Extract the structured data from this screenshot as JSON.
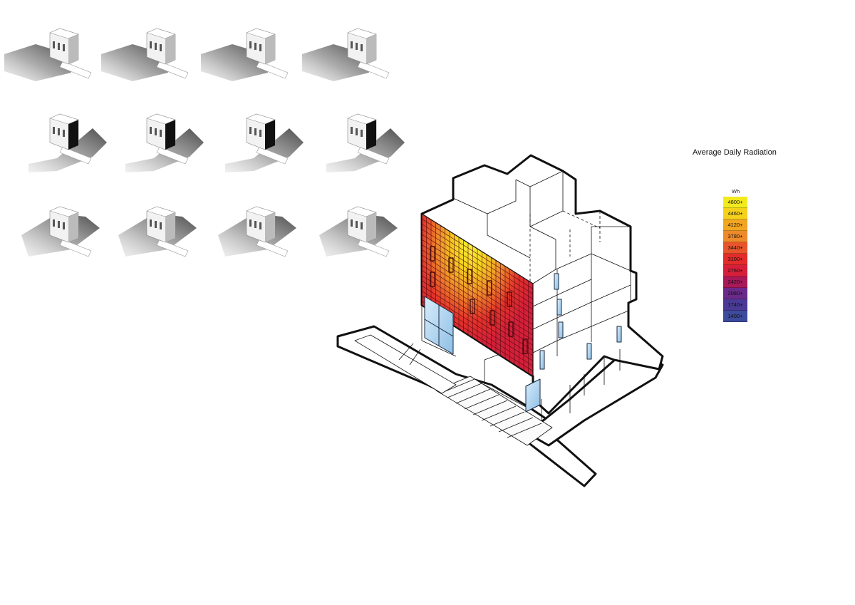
{
  "legend": {
    "title": "Average Daily Radiation",
    "unit": "Wh",
    "items": [
      {
        "label": "4800+",
        "color": "#f3ea1e"
      },
      {
        "label": "4460+",
        "color": "#f5d11c"
      },
      {
        "label": "4120+",
        "color": "#f2a521"
      },
      {
        "label": "3780+",
        "color": "#ee8a2b"
      },
      {
        "label": "3440+",
        "color": "#e8542b"
      },
      {
        "label": "3100+",
        "color": "#e22c2a"
      },
      {
        "label": "2760+",
        "color": "#d71f3a"
      },
      {
        "label": "2420+",
        "color": "#a9195a"
      },
      {
        "label": "2080+",
        "color": "#6b2a8a"
      },
      {
        "label": "1740+",
        "color": "#4a3a96"
      },
      {
        "label": "1400+",
        "color": "#3d4b9c"
      }
    ]
  },
  "shadow_studies": {
    "rows": 3,
    "columns": 4
  }
}
